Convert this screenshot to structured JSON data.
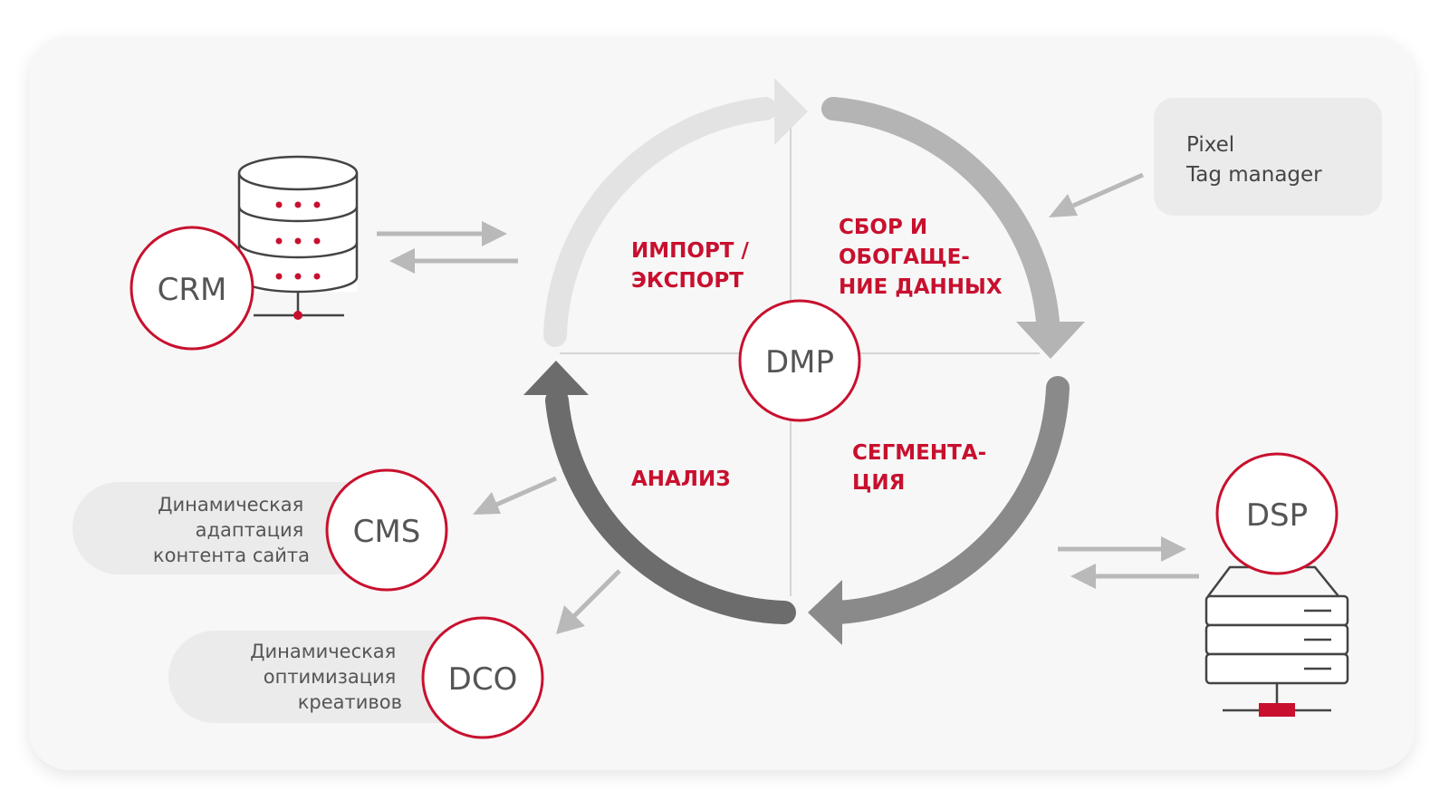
{
  "center": {
    "label": "DMP"
  },
  "sectors": {
    "import_export": [
      "ИМПОРТ /",
      "ЭКСПОРТ"
    ],
    "collect": [
      "СБОР И",
      "ОБОГАЩЕ-",
      "НИЕ ДАННЫХ"
    ],
    "segmentation": [
      "СЕГМЕНТА-",
      "ЦИЯ"
    ],
    "analysis": [
      "АНАЛИЗ"
    ]
  },
  "nodes": {
    "crm": {
      "label": "CRM"
    },
    "dsp": {
      "label": "DSP"
    },
    "cms": {
      "label": "CMS",
      "caption": [
        "Динамическая",
        "адаптация",
        "контента сайта"
      ]
    },
    "dco": {
      "label": "DCO",
      "caption": [
        "Динамическая",
        "оптимизация",
        "креативов"
      ]
    }
  },
  "pixel_box": {
    "lines": [
      "Pixel",
      "Tag manager"
    ]
  },
  "colors": {
    "accent": "#c8102e",
    "arrow_light": "#e3e3e3",
    "arrow_mid": "#b4b4b4",
    "arrow_dark": "#8a8a8a",
    "arrow_darkest": "#6c6c6c",
    "connector": "#b9b9b9",
    "text_gray": "#555555"
  },
  "icons": {
    "crm": "database-icon",
    "dsp": "server-icon"
  }
}
